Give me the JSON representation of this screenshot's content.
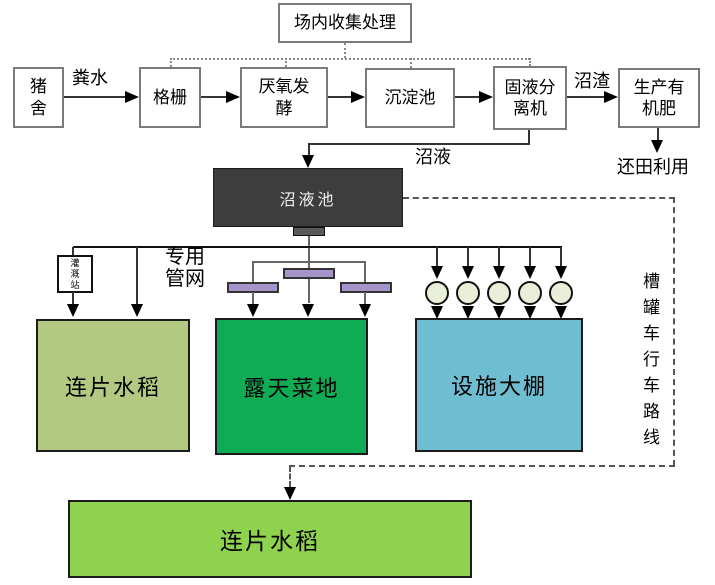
{
  "nodes": {
    "collection": "场内收集处理",
    "pig_house": "猪\n舍",
    "grid": "格栅",
    "anaerobic": "厌氧发\n酵",
    "sedimentation": "沉淀池",
    "separator": "固液分\n离机",
    "fertilizer": "生产有\n机肥",
    "slurry_pool": "沼液池",
    "irrigation_station": "灌溉站",
    "rice_field": "连片水稻",
    "vegetable_field": "露天菜地",
    "greenhouse": "设施大棚",
    "rice_field_bottom": "连片水稻"
  },
  "edge_labels": {
    "manure_water": "粪水",
    "biogas_residue": "沼渣",
    "biogas_slurry": "沼液",
    "field_application": "还田利用",
    "dedicated_pipe_network": "专用管网",
    "tanker_truck_route": "槽罐车行车路线"
  },
  "colors": {
    "slurry_pool_bg": "#3d3d3d",
    "rice_field_bg": "#b3c981",
    "vegetable_field_bg": "#10ac55",
    "greenhouse_bg": "#6fbdd1",
    "rice_field_bottom_bg": "#8ed24d",
    "sprinkler_bar": "#a494ca",
    "tank_circle_fill": "#e9eed9",
    "node_border": "#7a7a7a"
  }
}
